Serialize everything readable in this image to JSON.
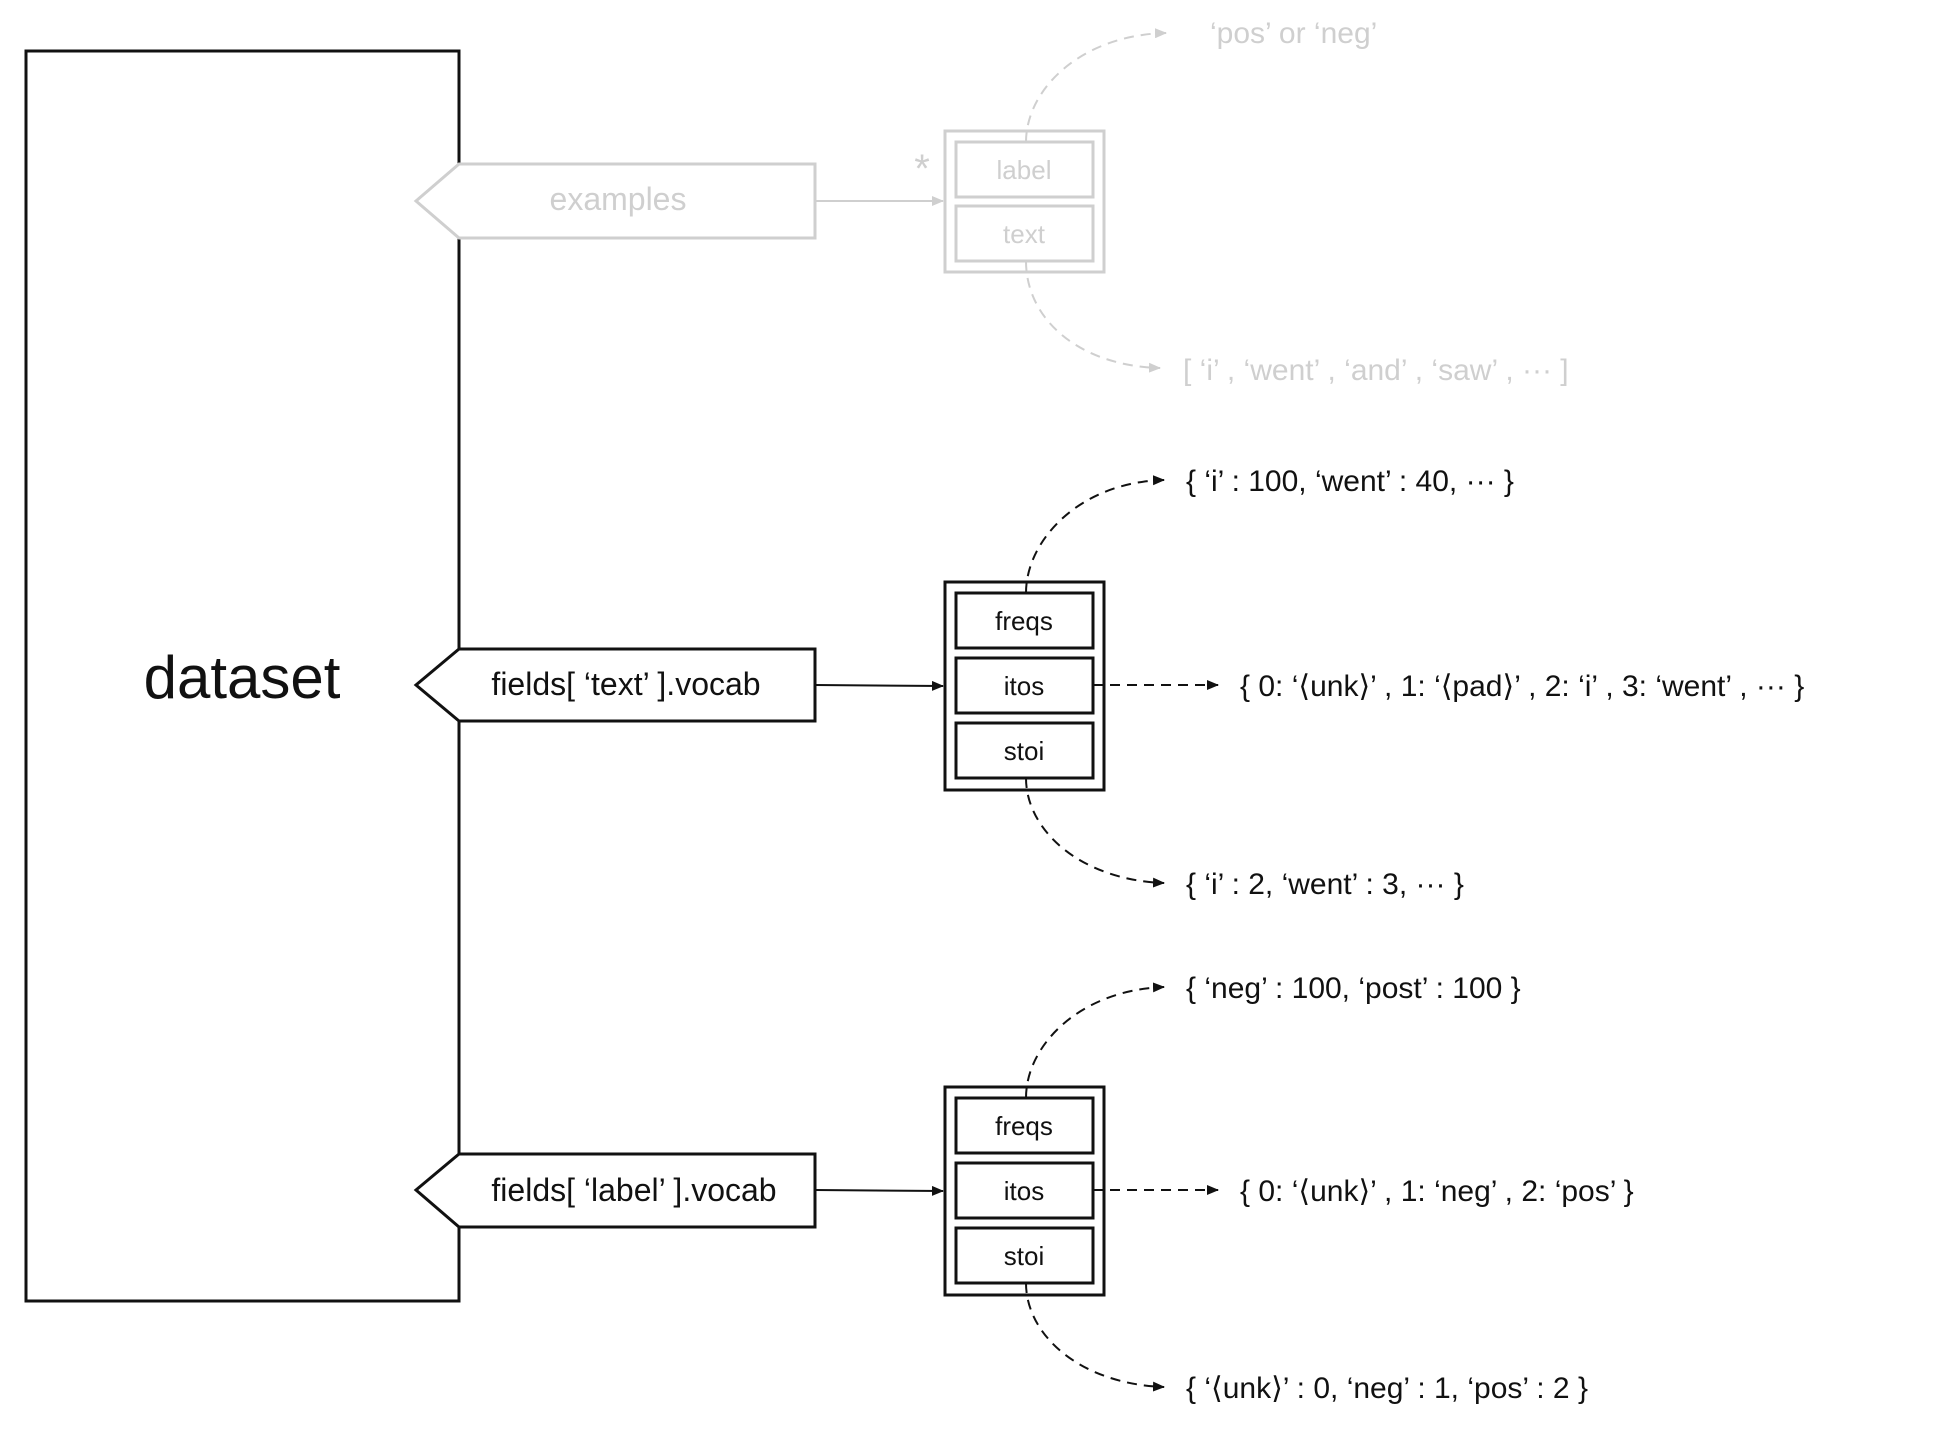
{
  "dataset": {
    "label": "dataset"
  },
  "examples": {
    "label": "examples",
    "star": "*",
    "record": {
      "label": "label",
      "text": "text"
    },
    "label_value": "‘pos’ or ‘neg’",
    "text_value": "[ ‘i’ , ‘went’ , ‘and’ , ‘saw’ , ··· ]"
  },
  "text_vocab": {
    "label": "fields[ ‘text’ ].vocab",
    "fields": {
      "freqs": "freqs",
      "itos": "itos",
      "stoi": "stoi"
    },
    "freqs_value": "{ ‘i’ : 100, ‘went’ : 40, ··· }",
    "itos_value": "{ 0: ‘⟨unk⟩’ , 1: ‘⟨pad⟩’ , 2: ‘i’ , 3: ‘went’ , ··· }",
    "stoi_value": "{ ‘i’ : 2, ‘went’ : 3, ··· }"
  },
  "label_vocab": {
    "label": "fields[ ‘label’ ].vocab",
    "fields": {
      "freqs": "freqs",
      "itos": "itos",
      "stoi": "stoi"
    },
    "freqs_value": "{ ‘neg’ : 100, ‘post’ : 100 }",
    "itos_value": "{ 0: ‘⟨unk⟩’ , 1: ‘neg’ , 2: ‘pos’ }",
    "stoi_value": "{ ‘⟨unk⟩’ : 0, ‘neg’ : 1, ‘pos’ : 2 }"
  },
  "colors": {
    "ink": "#111111",
    "faded": "#cfcfcf"
  }
}
